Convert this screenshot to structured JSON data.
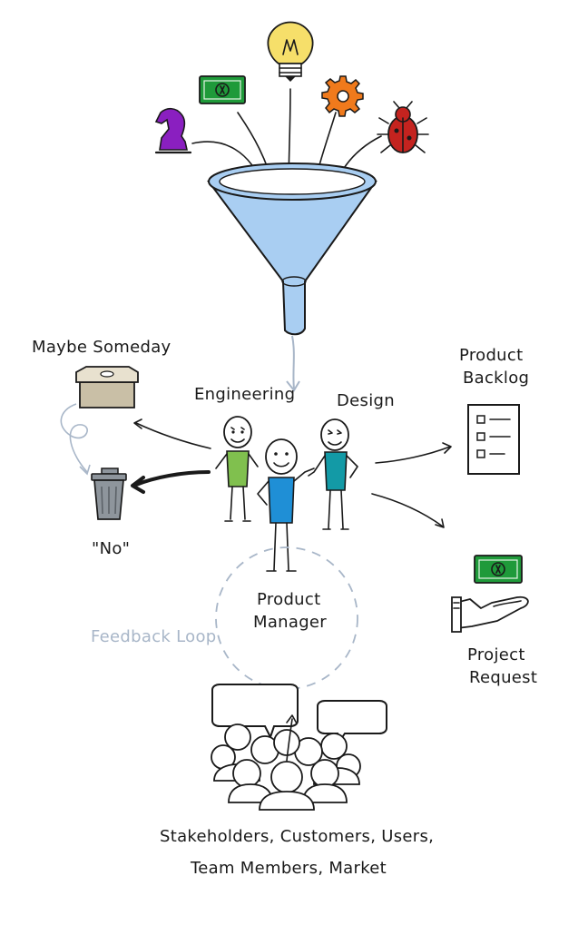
{
  "labels": {
    "maybe_someday": "Maybe Someday",
    "engineering": "Engineering",
    "design": "Design",
    "product_backlog_1": "Product",
    "product_backlog_2": "Backlog",
    "no": "\"No\"",
    "product_manager_1": "Product",
    "product_manager_2": "Manager",
    "feedback_loop": "Feedback Loop",
    "project_request_1": "Project",
    "project_request_2": "Request",
    "sources_1": "Stakeholders, Customers, Users,",
    "sources_2": "Team Members, Market"
  },
  "icons": {
    "chess_knight": "chess-knight-icon",
    "money": "money-bill-icon",
    "lightbulb": "lightbulb-icon",
    "gear": "gear-icon",
    "bug": "bug-icon",
    "funnel": "funnel-icon",
    "box": "box-icon",
    "trash": "trash-can-icon",
    "backlog": "checklist-icon",
    "hand_money": "hand-with-money-icon",
    "crowd": "crowd-icon"
  },
  "colors": {
    "funnel": "#a9cef2",
    "knight": "#8a1fc0",
    "money": "#1f9a3a",
    "bulb": "#f6df6a",
    "gear": "#f07a1c",
    "bug": "#c4231f",
    "box": "#c9bfa6",
    "trash": "#8e959c",
    "eng_shirt": "#80c04e",
    "pm_shirt": "#1f8fd6",
    "design_shirt": "#139aa6",
    "muted": "#a8b6c8"
  }
}
